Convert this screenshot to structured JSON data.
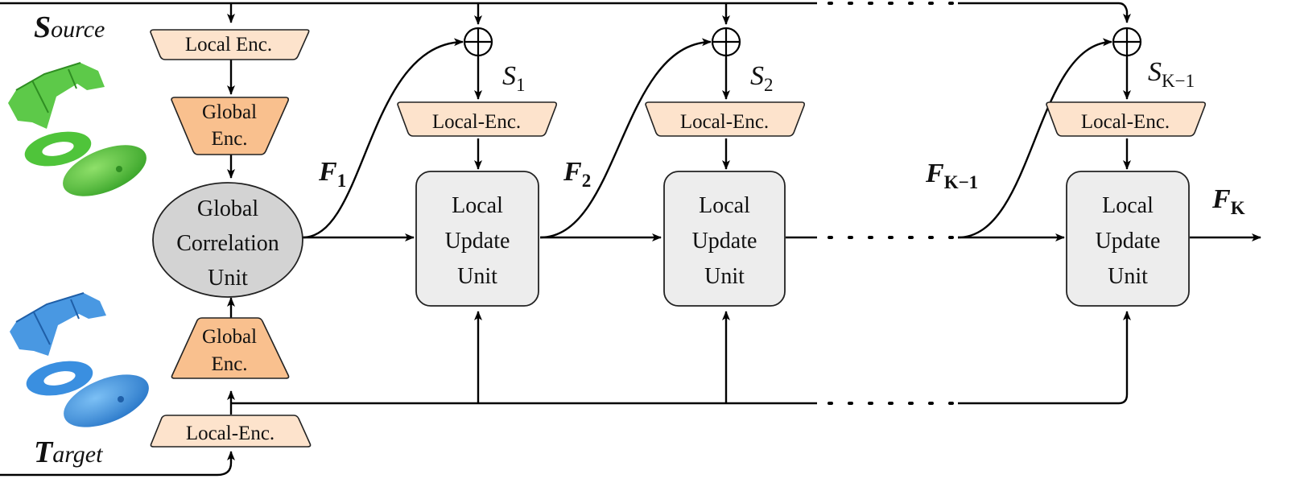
{
  "source_label": {
    "initial": "S",
    "rest": "ource"
  },
  "target_label": {
    "initial": "T",
    "rest": "arget"
  },
  "encoders": {
    "source_local": "Local Enc.",
    "source_global": [
      "Global",
      "Enc."
    ],
    "target_global": [
      "Global",
      "Enc."
    ],
    "target_local": "Local-Enc.",
    "stage_local": "Local-Enc."
  },
  "global_correlation_unit": [
    "Global",
    "Correlation",
    "Unit"
  ],
  "local_update_unit": [
    "Local",
    "Update",
    "Unit"
  ],
  "flows": [
    {
      "base": "F",
      "sub": "1"
    },
    {
      "base": "F",
      "sub": "2"
    },
    {
      "base": "F",
      "sub": "K−1"
    },
    {
      "base": "F",
      "sub": "K"
    }
  ],
  "states": [
    {
      "base": "S",
      "sub": "1"
    },
    {
      "base": "S",
      "sub": "2"
    },
    {
      "base": "S",
      "sub": "K−1"
    }
  ],
  "oplus_symbol": "⊕",
  "colors": {
    "source_points": "#4fc43a",
    "target_points": "#3a8fe0",
    "encoder_light": "#fde3cc",
    "encoder_dark": "#f9c08e",
    "unit_fill": "#ededed",
    "correlation_fill": "#d3d3d3"
  }
}
